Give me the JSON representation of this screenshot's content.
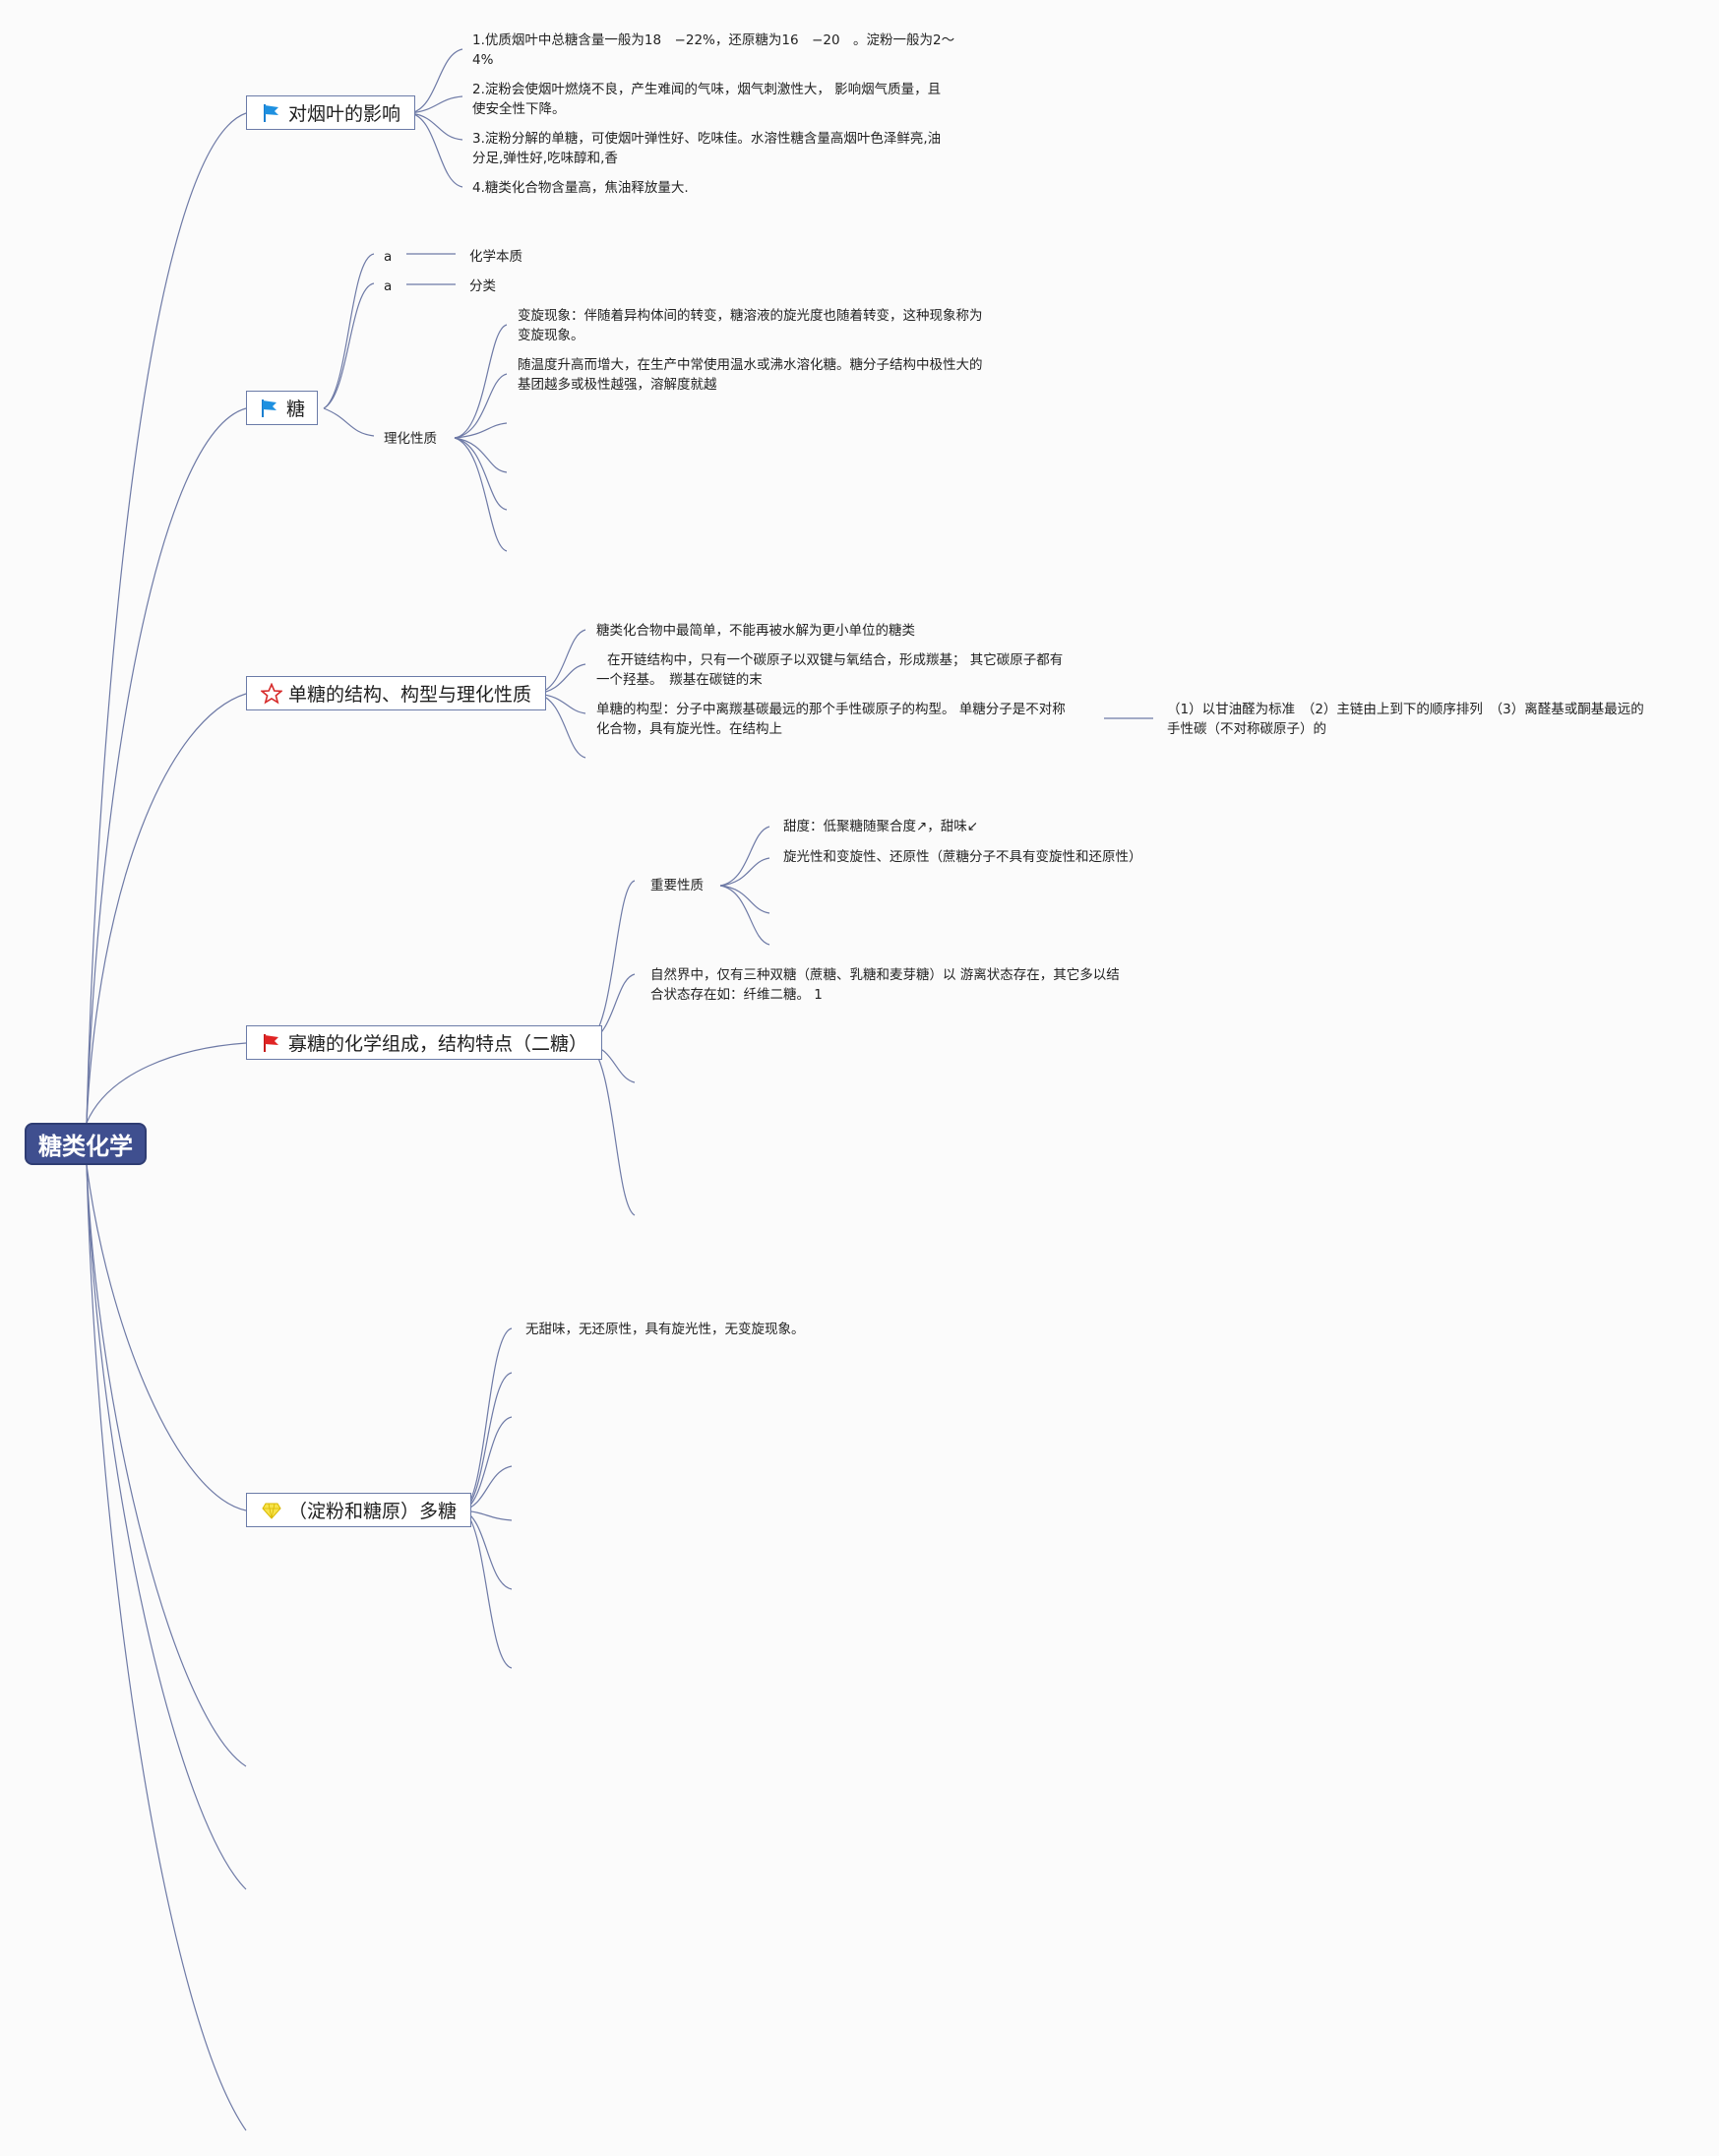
{
  "root": {
    "label": "糖类化学"
  },
  "topics": {
    "t1": {
      "label": "对烟叶的影响",
      "icon": "blue-flag-icon"
    },
    "t2": {
      "label": "糖",
      "icon": "blue-flag-icon"
    },
    "t3": {
      "label": "单糖的结构、构型与理化性质",
      "icon": "red-star-outline-icon"
    },
    "t4": {
      "label": "寡糖的化学组成，结构特点（二糖）",
      "icon": "red-flag-icon"
    },
    "t5": {
      "label": "（淀粉和糖原）多糖",
      "icon": "yellow-gem-icon"
    }
  },
  "t1_items": {
    "i1a": "1.优质烟叶中总糖含量一般为18　−22%，还原糖为16　−20　。淀粉一般为2～",
    "i1b": "4%",
    "i2a": "2.淀粉会使烟叶燃烧不良，产生难闻的气味，烟气刺激性大， 影响烟气质量，且",
    "i2b": "使安全性下降。",
    "i3a": "3.淀粉分解的单糖，可使烟叶弹性好、吃味佳。水溶性糖含量高烟叶色泽鲜亮,油",
    "i3b": "分足,弹性好,吃味醇和,香",
    "i4": "4.糖类化合物含量高，焦油释放量大."
  },
  "t2_items": {
    "a1": "a",
    "a1_child": "化学本质",
    "a2": "a",
    "a2_child": "分类",
    "physchem": "理化性质",
    "p1a": "变旋现象：伴随着异构体间的转变，糖溶液的旋光度也随着转变，这种现象称为",
    "p1b": "变旋现象。",
    "p2a": "随温度升高而增大，在生产中常使用温水或沸水溶化糖。糖分子结构中极性大的",
    "p2b": "基团越多或极性越强，溶解度就越"
  },
  "t3_items": {
    "m1": "糖类化合物中最简单，不能再被水解为更小单位的糖类",
    "m2a": "在开链结构中，只有一个碳原子以双键与氧结合，形成羰基； 其它碳原子都有",
    "m2b": "一个羟基。　羰基在碳链的末",
    "m3a": "单糖的构型：分子中离羰基碳最远的那个手性碳原子的构型。 单糖分子是不对称",
    "m3b": "化合物，具有旋光性。在结构上",
    "m3c_a": "（1）以甘油醛为标准　（2）主链由上到下的顺序排列　（3）离醛基或酮基最远的",
    "m3c_b": "手性碳（不对称碳原子）的"
  },
  "t4_items": {
    "key": "重要性质",
    "k1": "甜度：低聚糖随聚合度↗，甜味↙",
    "k2": "旋光性和变旋性、还原性（蔗糖分子不具有变旋性和还原性）",
    "n1a": "自然界中，仅有三种双糖（蔗糖、乳糖和麦芽糖）以 游离状态存在，其它多以结",
    "n1b": "合状态存在如：纤维二糖。 1"
  },
  "t5_items": {
    "s1": "无甜味，无还原性，具有旋光性，无变旋现象。"
  },
  "colors": {
    "line": "#6e7aa6",
    "root_bg": "#3f4f8f"
  }
}
